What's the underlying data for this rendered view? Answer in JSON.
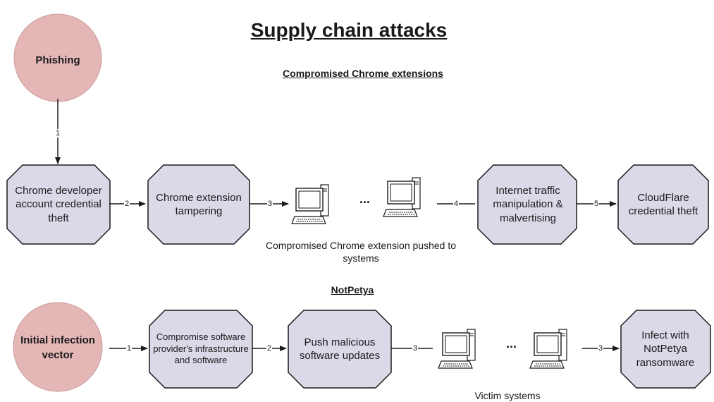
{
  "title": "Supply chain attacks",
  "chrome_section": {
    "heading": "Compromised Chrome extensions",
    "start_node": "Phishing",
    "nodes": [
      "Chrome developer account credential theft",
      "Chrome extension tampering",
      "Internet traffic manipulation & malvertising",
      "CloudFlare credential theft"
    ],
    "ellipsis": "...",
    "caption": "Compromised Chrome extension pushed to systems",
    "edge_labels": [
      "1",
      "2",
      "3",
      "4",
      "5"
    ]
  },
  "notpetya_section": {
    "heading": "NotPetya",
    "start_node": "Initial infection vector",
    "nodes": [
      "Compromise software provider's infrastructure and software",
      "Push malicious software updates",
      "Infect with NotPetya ransomware"
    ],
    "ellipsis": "...",
    "caption": "Victim systems",
    "edge_labels": [
      "1",
      "2",
      "3",
      "3"
    ]
  },
  "colors": {
    "circle_fill": "#e5b6b6",
    "box_fill": "#ddd8e8",
    "stroke": "#1a1a1a"
  }
}
